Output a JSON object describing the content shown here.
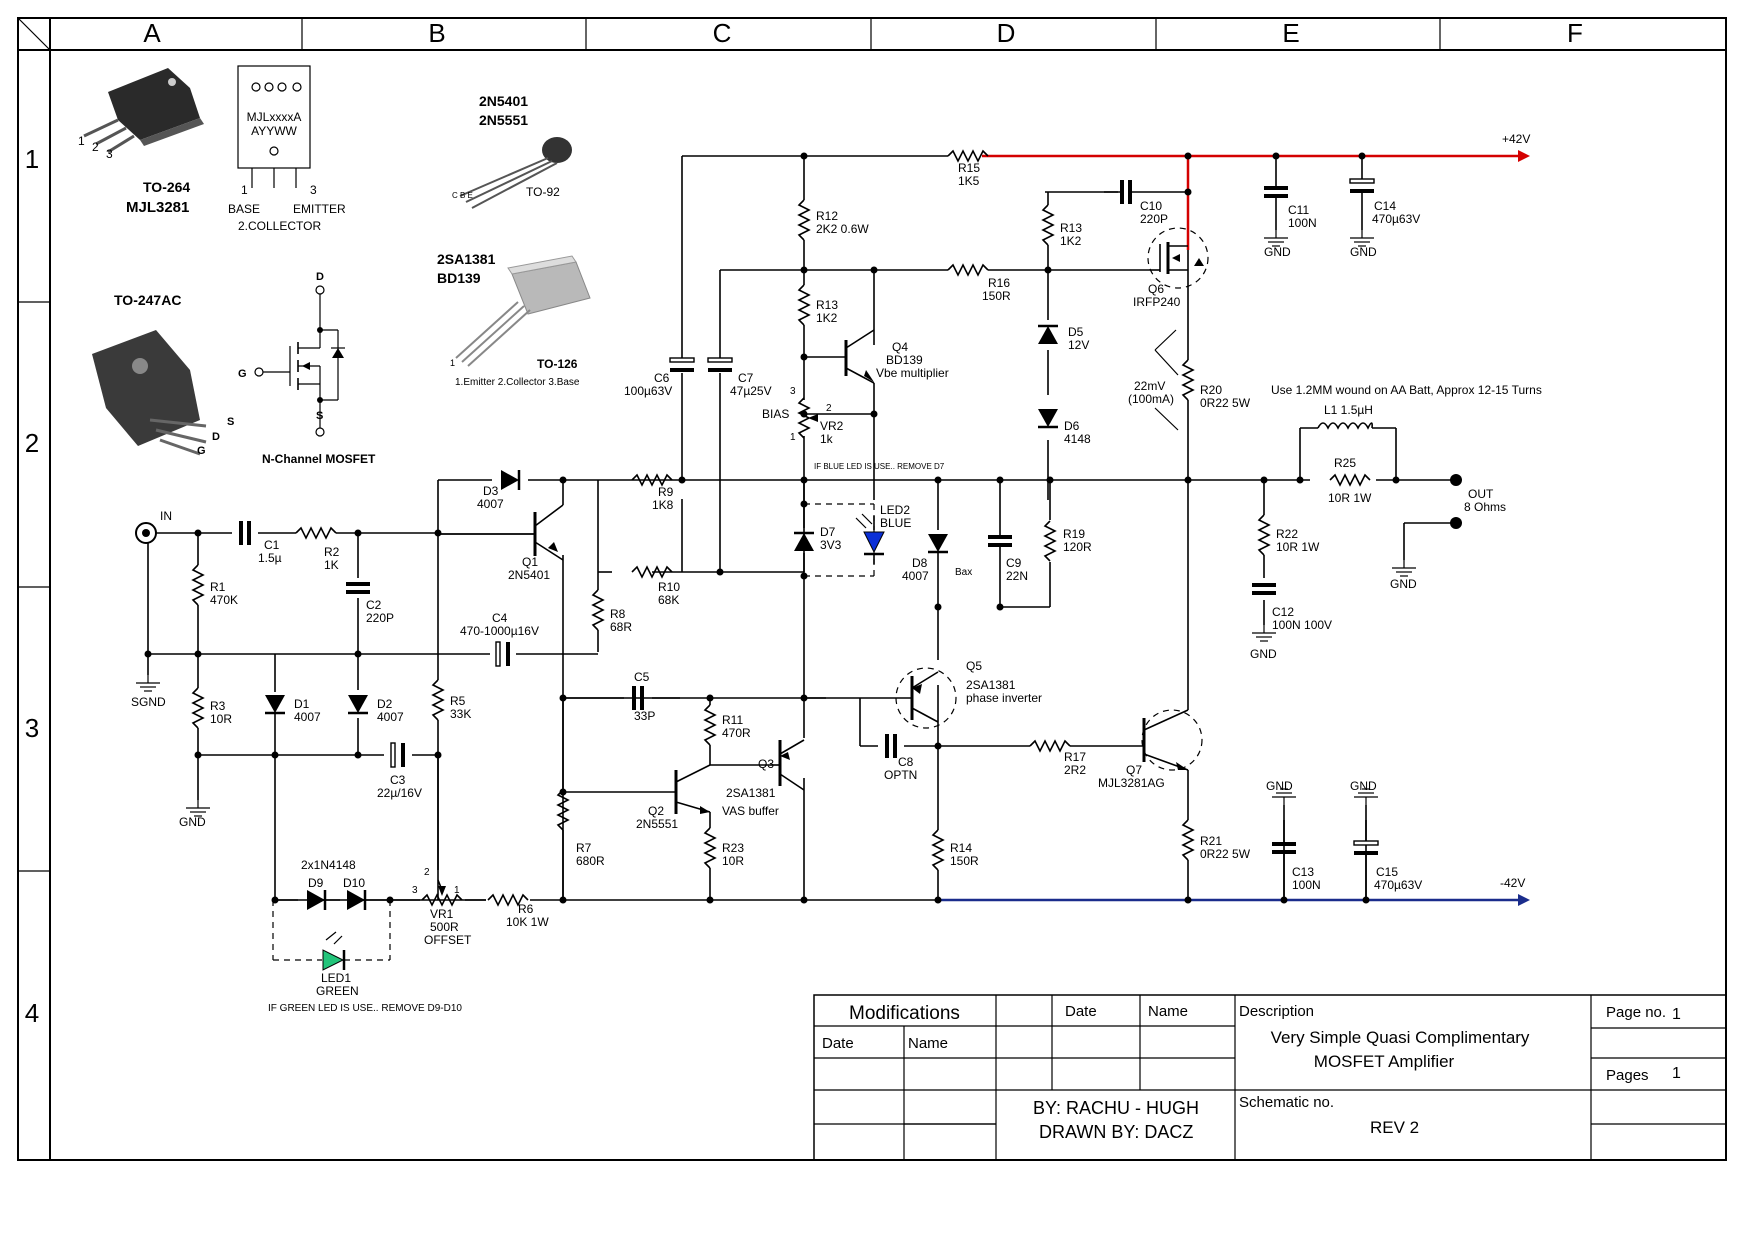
{
  "grid": {
    "cols": [
      "A",
      "B",
      "C",
      "D",
      "E",
      "F"
    ],
    "rows": [
      "1",
      "2",
      "3",
      "4"
    ]
  },
  "packages": {
    "to264_name": "TO-264",
    "to264_part": "MJL3281",
    "to264_mark1": "MJLxxxxA",
    "to264_mark2": "AYYWW",
    "to264_pin_labels": [
      "1",
      "2",
      "3"
    ],
    "to264_base": "BASE",
    "to264_emitter": "EMITTER",
    "to264_collector": "2.COLLECTOR",
    "to92_parts": [
      "2N5401",
      "2N5551"
    ],
    "to92_name": "TO-92",
    "to92_pins": "C B E",
    "to126_parts": [
      "2SA1381",
      "BD139"
    ],
    "to126_name": "TO-126",
    "to126_pins": "1.Emitter  2.Collector  3.Base",
    "to126_pin1": "1",
    "to247_name": "TO-247AC",
    "mosfet_title": "N-Channel MOSFET",
    "mosfet_d": "D",
    "mosfet_g": "G",
    "mosfet_s": "S"
  },
  "rails": {
    "pos": "+42V",
    "neg": "-42V"
  },
  "components": {
    "R1": [
      "R1",
      "470K"
    ],
    "R2": [
      "R2",
      "1K"
    ],
    "R3": [
      "R3",
      "10R"
    ],
    "R5": [
      "R5",
      "33K"
    ],
    "R6": [
      "R6",
      "10K 1W"
    ],
    "R7": [
      "R7",
      "680R"
    ],
    "R8": [
      "R8",
      "68R"
    ],
    "R9": [
      "R9",
      "1K8"
    ],
    "R10": [
      "R10",
      "68K"
    ],
    "R11": [
      "R11",
      "470R"
    ],
    "R12": [
      "R12",
      "2K2 0.6W"
    ],
    "R13a": [
      "R13",
      "1K2"
    ],
    "R13b": [
      "R13",
      "1K2"
    ],
    "R14": [
      "R14",
      "150R"
    ],
    "R15": [
      "R15",
      "1K5"
    ],
    "R16": [
      "R16",
      "150R"
    ],
    "R17": [
      "R17",
      "2R2"
    ],
    "R19": [
      "R19",
      "120R"
    ],
    "R20": [
      "R20",
      "0R22 5W"
    ],
    "R21": [
      "R21",
      "0R22 5W"
    ],
    "R22": [
      "R22",
      "10R 1W"
    ],
    "R23": [
      "R23",
      "10R"
    ],
    "R25": [
      "R25",
      "10R 1W"
    ],
    "C1": [
      "C1",
      "1.5µ"
    ],
    "C2": [
      "C2",
      "220P"
    ],
    "C3": [
      "C3",
      "22µ/16V"
    ],
    "C4": [
      "C4",
      "470-1000µ16V"
    ],
    "C5": [
      "C5",
      "33P"
    ],
    "C6": [
      "C6",
      "100µ63V"
    ],
    "C7": [
      "C7",
      "47µ25V"
    ],
    "C8": [
      "C8",
      "OPTN"
    ],
    "C9": [
      "C9",
      "22N"
    ],
    "C10": [
      "C10",
      "220P"
    ],
    "C11": [
      "C11",
      "100N"
    ],
    "C12": [
      "C12",
      "100N 100V"
    ],
    "C13": [
      "C13",
      "100N"
    ],
    "C14": [
      "C14",
      "470µ63V"
    ],
    "C15": [
      "C15",
      "470µ63V"
    ],
    "D1": [
      "D1",
      "4007"
    ],
    "D2": [
      "D2",
      "4007"
    ],
    "D3": [
      "D3",
      "4007"
    ],
    "D5": [
      "D5",
      "12V"
    ],
    "D6": [
      "D6",
      "4148"
    ],
    "D7": [
      "D7",
      "3V3"
    ],
    "D8": [
      "D8",
      "4007"
    ],
    "D9": "D9",
    "D10": "D10",
    "D9D10": "2x1N4148",
    "LED1": [
      "LED1",
      "GREEN"
    ],
    "LED2": [
      "LED2",
      "BLUE"
    ],
    "Q1": [
      "Q1",
      "2N5401"
    ],
    "Q2": [
      "Q2",
      "2N5551"
    ],
    "Q3": [
      "Q3",
      "2SA1381",
      "VAS buffer"
    ],
    "Q4": [
      "Q4",
      "BD139",
      "Vbe multiplier"
    ],
    "Q5": [
      "Q5",
      "2SA1381",
      "phase inverter"
    ],
    "Q6": [
      "Q6",
      "IRFP240"
    ],
    "Q7": [
      "Q7",
      "MJL3281AG"
    ],
    "VR1": [
      "VR1",
      "500R",
      "OFFSET"
    ],
    "VR2": [
      "VR2",
      "1k"
    ],
    "L1": "L1 1.5µH"
  },
  "labels": {
    "in": "IN",
    "sgnd": "SGND",
    "gnd": "GND",
    "out": "OUT",
    "load": "8 Ohms",
    "bias": "BIAS",
    "bax": "Bax",
    "meas1": "22mV",
    "meas2": "(100mA)",
    "coil_note": "Use 1.2MM wound on AA Batt, Approx 12-15 Turns",
    "blue_note": "IF BLUE LED IS USE.. REMOVE D7",
    "green_note": "IF GREEN LED IS USE.. REMOVE D9-D10",
    "pin1": "1",
    "pin2": "2",
    "pin3": "3"
  },
  "title_block": {
    "modifications": "Modifications",
    "date": "Date",
    "name": "Name",
    "description_label": "Description",
    "description_1": "Very Simple Quasi Complimentary",
    "description_2": "MOSFET Amplifier",
    "page_no_label": "Page no.",
    "page_no": "1",
    "pages_label": "Pages",
    "pages": "1",
    "by": "BY: RACHU - HUGH",
    "drawn_by": "DRAWN BY: DACZ",
    "schematic_no_label": "Schematic no.",
    "revision": "REV 2"
  },
  "colors": {
    "pos_rail": "#d40000",
    "neg_rail": "#1a2c8c",
    "led_blue": "#0b2fd6",
    "led_green": "#22c47a"
  }
}
